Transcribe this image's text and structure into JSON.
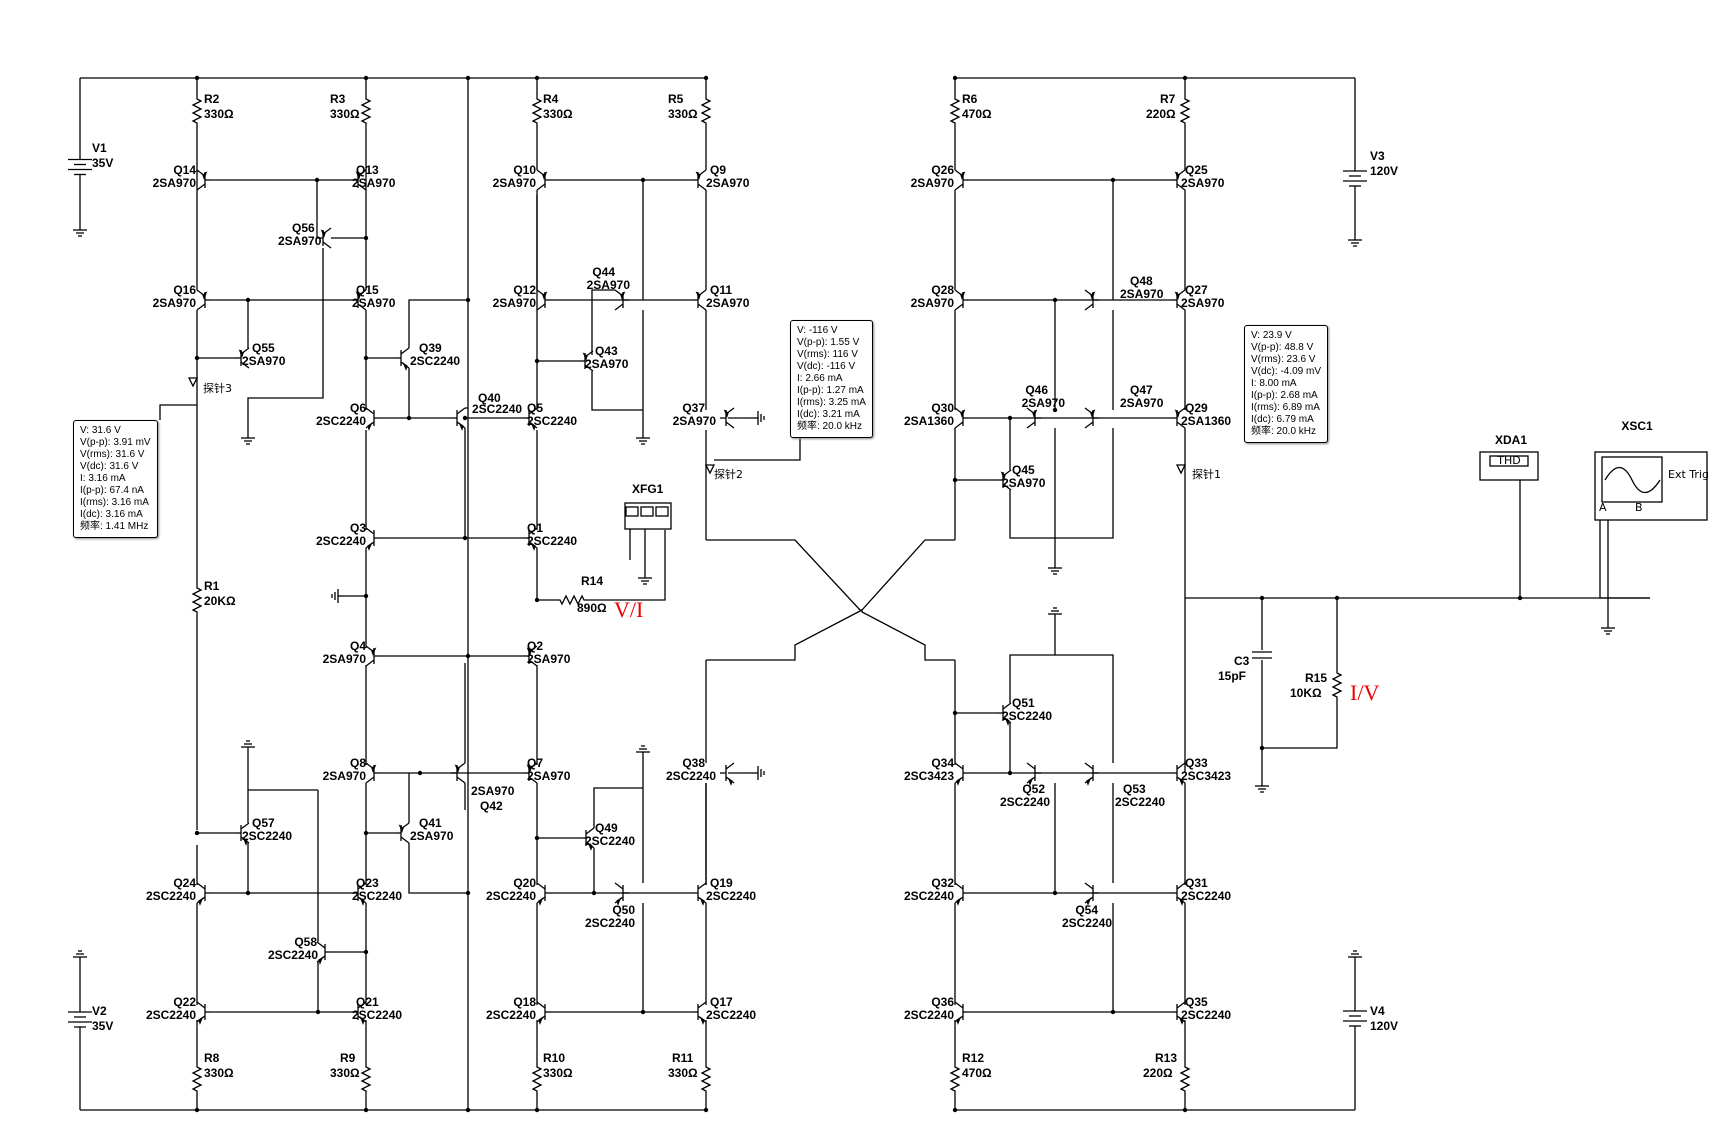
{
  "supplies": {
    "V1": {
      "name": "V1",
      "value": "35V"
    },
    "V2": {
      "name": "V2",
      "value": "35V"
    },
    "V3": {
      "name": "V3",
      "value": "120V"
    },
    "V4": {
      "name": "V4",
      "value": "120V"
    }
  },
  "resistors": {
    "R1": {
      "name": "R1",
      "value": "20KΩ"
    },
    "R2": {
      "name": "R2",
      "value": "330Ω"
    },
    "R3": {
      "name": "R3",
      "value": "330Ω"
    },
    "R4": {
      "name": "R4",
      "value": "330Ω"
    },
    "R5": {
      "name": "R5",
      "value": "330Ω"
    },
    "R6": {
      "name": "R6",
      "value": "470Ω"
    },
    "R7": {
      "name": "R7",
      "value": "220Ω"
    },
    "R8": {
      "name": "R8",
      "value": "330Ω"
    },
    "R9": {
      "name": "R9",
      "value": "330Ω"
    },
    "R10": {
      "name": "R10",
      "value": "330Ω"
    },
    "R11": {
      "name": "R11",
      "value": "330Ω"
    },
    "R12": {
      "name": "R12",
      "value": "470Ω"
    },
    "R13": {
      "name": "R13",
      "value": "220Ω"
    },
    "R14": {
      "name": "R14",
      "value": "890Ω"
    },
    "R15": {
      "name": "R15",
      "value": "10KΩ"
    }
  },
  "capacitors": {
    "C3": {
      "name": "C3",
      "value": "15pF"
    }
  },
  "transistors": [
    {
      "name": "Q14",
      "part": "2SA970"
    },
    {
      "name": "Q13",
      "part": "2SA970"
    },
    {
      "name": "Q56",
      "part": "2SA970"
    },
    {
      "name": "Q16",
      "part": "2SA970"
    },
    {
      "name": "Q15",
      "part": "2SA970"
    },
    {
      "name": "Q55",
      "part": "2SA970"
    },
    {
      "name": "Q39",
      "part": "2SC2240"
    },
    {
      "name": "Q40",
      "part": "2SC2240"
    },
    {
      "name": "Q6",
      "part": "2SC2240"
    },
    {
      "name": "Q5",
      "part": "2SC2240"
    },
    {
      "name": "Q3",
      "part": "2SC2240"
    },
    {
      "name": "Q1",
      "part": "2SC2240"
    },
    {
      "name": "Q4",
      "part": "2SA970"
    },
    {
      "name": "Q2",
      "part": "2SA970"
    },
    {
      "name": "Q8",
      "part": "2SA970"
    },
    {
      "name": "Q7",
      "part": "2SA970"
    },
    {
      "name": "Q42",
      "part": "2SA970"
    },
    {
      "name": "Q57",
      "part": "2SC2240"
    },
    {
      "name": "Q41",
      "part": "2SA970"
    },
    {
      "name": "Q24",
      "part": "2SC2240"
    },
    {
      "name": "Q23",
      "part": "2SC2240"
    },
    {
      "name": "Q58",
      "part": "2SC2240"
    },
    {
      "name": "Q22",
      "part": "2SC2240"
    },
    {
      "name": "Q21",
      "part": "2SC2240"
    },
    {
      "name": "Q10",
      "part": "2SA970"
    },
    {
      "name": "Q9",
      "part": "2SA970"
    },
    {
      "name": "Q12",
      "part": "2SA970"
    },
    {
      "name": "Q44",
      "part": "2SA970"
    },
    {
      "name": "Q11",
      "part": "2SA970"
    },
    {
      "name": "Q43",
      "part": "2SA970"
    },
    {
      "name": "Q37",
      "part": "2SA970"
    },
    {
      "name": "Q49",
      "part": "2SC2240"
    },
    {
      "name": "Q20",
      "part": "2SC2240"
    },
    {
      "name": "Q50",
      "part": "2SC2240"
    },
    {
      "name": "Q19",
      "part": "2SC2240"
    },
    {
      "name": "Q18",
      "part": "2SC2240"
    },
    {
      "name": "Q17",
      "part": "2SC2240"
    },
    {
      "name": "Q38",
      "part": "2SC2240"
    },
    {
      "name": "Q26",
      "part": "2SA970"
    },
    {
      "name": "Q25",
      "part": "2SA970"
    },
    {
      "name": "Q28",
      "part": "2SA970"
    },
    {
      "name": "Q48",
      "part": "2SA970"
    },
    {
      "name": "Q27",
      "part": "2SA970"
    },
    {
      "name": "Q30",
      "part": "2SA1360"
    },
    {
      "name": "Q46",
      "part": "2SA970"
    },
    {
      "name": "Q47",
      "part": "2SA970"
    },
    {
      "name": "Q29",
      "part": "2SA1360"
    },
    {
      "name": "Q45",
      "part": "2SA970"
    },
    {
      "name": "Q51",
      "part": "2SC2240"
    },
    {
      "name": "Q34",
      "part": "2SC3423"
    },
    {
      "name": "Q52",
      "part": "2SC2240"
    },
    {
      "name": "Q53",
      "part": "2SC2240"
    },
    {
      "name": "Q33",
      "part": "2SC3423"
    },
    {
      "name": "Q32",
      "part": "2SC2240"
    },
    {
      "name": "Q54",
      "part": "2SC2240"
    },
    {
      "name": "Q31",
      "part": "2SC2240"
    },
    {
      "name": "Q36",
      "part": "2SC2240"
    },
    {
      "name": "Q35",
      "part": "2SC2240"
    }
  ],
  "instruments": {
    "xfg": "XFG1",
    "xda": "XDA1",
    "xda_display": "THD",
    "xsc": "XSC1",
    "xsc_trig": "Ext Trig",
    "xsc_a": "A",
    "xsc_b": "B"
  },
  "annotations": {
    "vi": "V/I",
    "iv": "I/V"
  },
  "probes": {
    "p1": {
      "name": "探针1",
      "lines": [
        "V: 23.9 V",
        "V(p-p): 48.8 V",
        "V(rms): 23.6 V",
        "V(dc): -4.09 mV",
        "I: 8.00 mA",
        "I(p-p): 2.68 mA",
        "I(rms): 6.89 mA",
        "I(dc): 6.79 mA",
        "频率: 20.0 kHz"
      ]
    },
    "p2": {
      "name": "探针2",
      "lines": [
        "V: -116 V",
        "V(p-p): 1.55 V",
        "V(rms): 116 V",
        "V(dc): -116 V",
        "I: 2.66 mA",
        "I(p-p): 1.27 mA",
        "I(rms): 3.25 mA",
        "I(dc): 3.21 mA",
        "频率: 20.0 kHz"
      ]
    },
    "p3": {
      "name": "探针3",
      "lines": [
        "V: 31.6 V",
        "V(p-p): 3.91 mV",
        "V(rms): 31.6 V",
        "V(dc): 31.6 V",
        "I: 3.16 mA",
        "I(p-p): 67.4 nA",
        "I(rms): 3.16 mA",
        "I(dc): 3.16 mA",
        "频率: 1.41 MHz"
      ]
    }
  }
}
